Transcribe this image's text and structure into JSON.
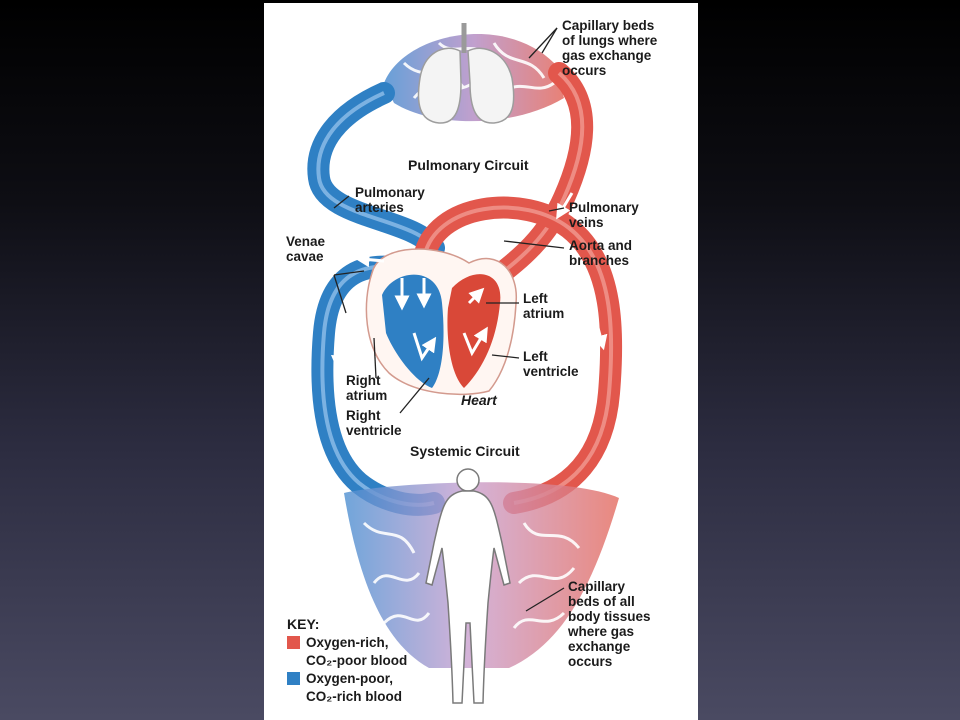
{
  "labels": {
    "capillary_lungs": "Capillary beds\nof lungs where\ngas exchange\noccurs",
    "pulmonary_circuit": "Pulmonary Circuit",
    "pulmonary_arteries": "Pulmonary\narteries",
    "pulmonary_veins": "Pulmonary\nveins",
    "venae_cavae": "Venae\ncavae",
    "aorta_branches": "Aorta and\nbranches",
    "left_atrium": "Left\natrium",
    "left_ventricle": "Left\nventricle",
    "right_atrium": "Right\natrium",
    "right_ventricle": "Right\nventricle",
    "heart": "Heart",
    "systemic_circuit": "Systemic Circuit",
    "capillary_body": "Capillary\nbeds of all\nbody tissues\nwhere gas\nexchange\noccurs"
  },
  "key": {
    "title": "KEY:",
    "items": [
      {
        "label_line1": "Oxygen-rich,",
        "label_line2": "CO₂-poor blood",
        "color": "#e2574c"
      },
      {
        "label_line1": "Oxygen-poor,",
        "label_line2": "CO₂-rich blood",
        "color": "#2f80c4"
      }
    ]
  },
  "colors": {
    "oxygen_rich": "#e2574c",
    "oxygen_poor": "#2f80c4",
    "capillary_mix": "#c98fb6",
    "background_top": "#000000",
    "background_bottom": "#4a4a62"
  }
}
